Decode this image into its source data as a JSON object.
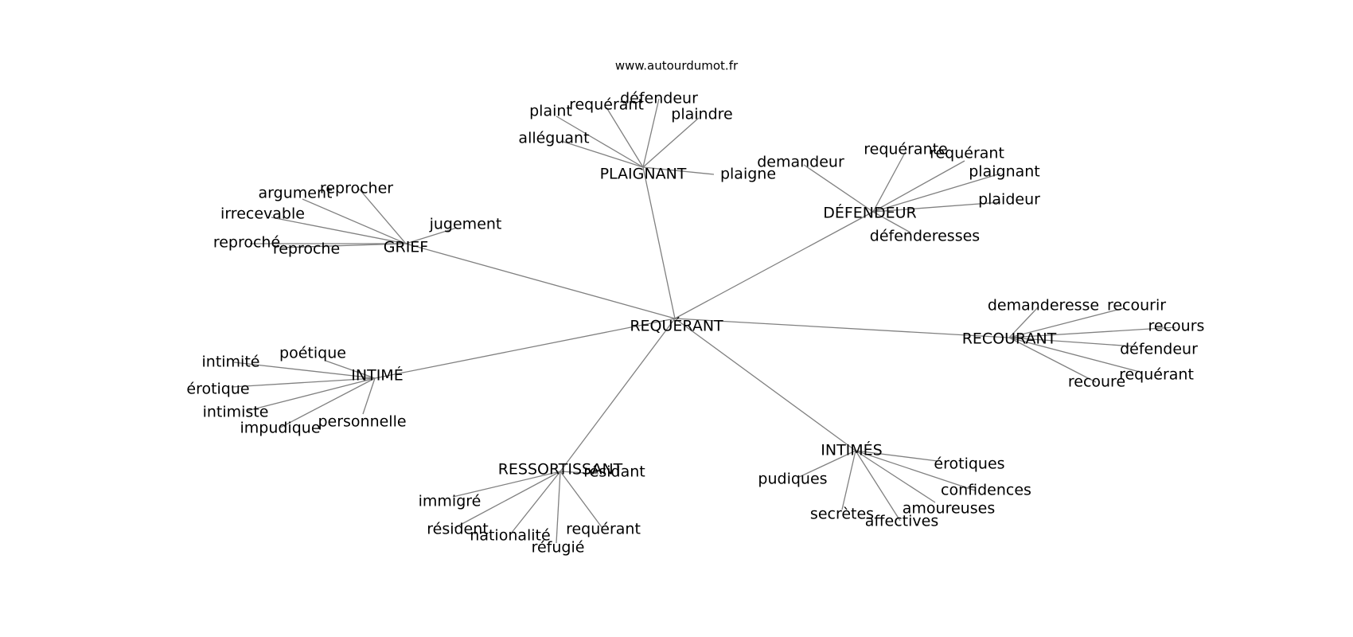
{
  "source_credit": "www.autourdumot.fr",
  "center": "REQUÉRANT",
  "clusters": [
    {
      "hub": "PLAIGNANT",
      "leaves": [
        "plaint",
        "requérant",
        "défendeur",
        "plaindre",
        "alléguant",
        "plaigne"
      ]
    },
    {
      "hub": "DÉFENDEUR",
      "leaves": [
        "demandeur",
        "requérante",
        "requérant",
        "plaignant",
        "plaideur",
        "défenderesses"
      ]
    },
    {
      "hub": "GRIEF",
      "leaves": [
        "argument",
        "reprocher",
        "irrecevable",
        "jugement",
        "reproché",
        "reproche"
      ]
    },
    {
      "hub": "RECOURANT",
      "leaves": [
        "demanderesse",
        "recourir",
        "recours",
        "défendeur",
        "requérant",
        "recoure"
      ]
    },
    {
      "hub": "INTIMÉ",
      "leaves": [
        "poétique",
        "intimité",
        "érotique",
        "intimiste",
        "impudique",
        "personnelle"
      ]
    },
    {
      "hub": "INTIMÉS",
      "leaves": [
        "érotiques",
        "pudiques",
        "confidences",
        "amoureuses",
        "secrètes",
        "affectives"
      ]
    },
    {
      "hub": "RESSORTISSANT",
      "leaves": [
        "résidant",
        "immigré",
        "résident",
        "nationalité",
        "requérant",
        "réfugié"
      ]
    }
  ]
}
